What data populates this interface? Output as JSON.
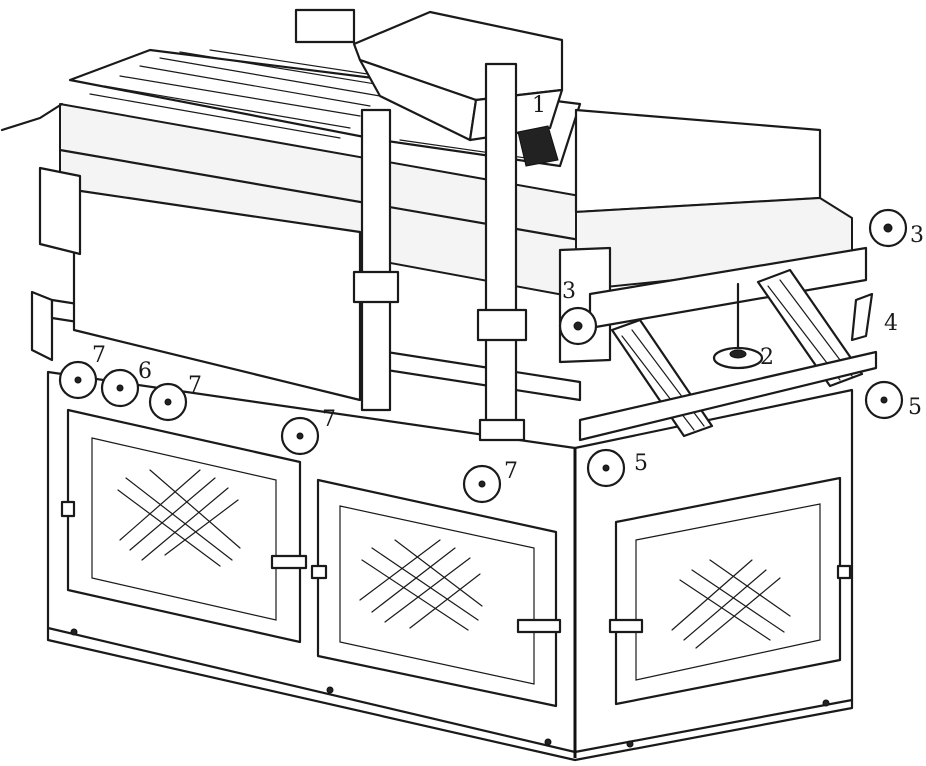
{
  "figure": {
    "callouts": [
      {
        "id": "c1",
        "label": "1"
      },
      {
        "id": "c2",
        "label": "2"
      },
      {
        "id": "c3a",
        "label": "3"
      },
      {
        "id": "c3b",
        "label": "3"
      },
      {
        "id": "c4",
        "label": "4"
      },
      {
        "id": "c5a",
        "label": "5"
      },
      {
        "id": "c5b",
        "label": "5"
      },
      {
        "id": "c6",
        "label": "6"
      },
      {
        "id": "c7a",
        "label": "7"
      },
      {
        "id": "c7b",
        "label": "7"
      },
      {
        "id": "c7c",
        "label": "7"
      },
      {
        "id": "c7d",
        "label": "7"
      }
    ]
  }
}
